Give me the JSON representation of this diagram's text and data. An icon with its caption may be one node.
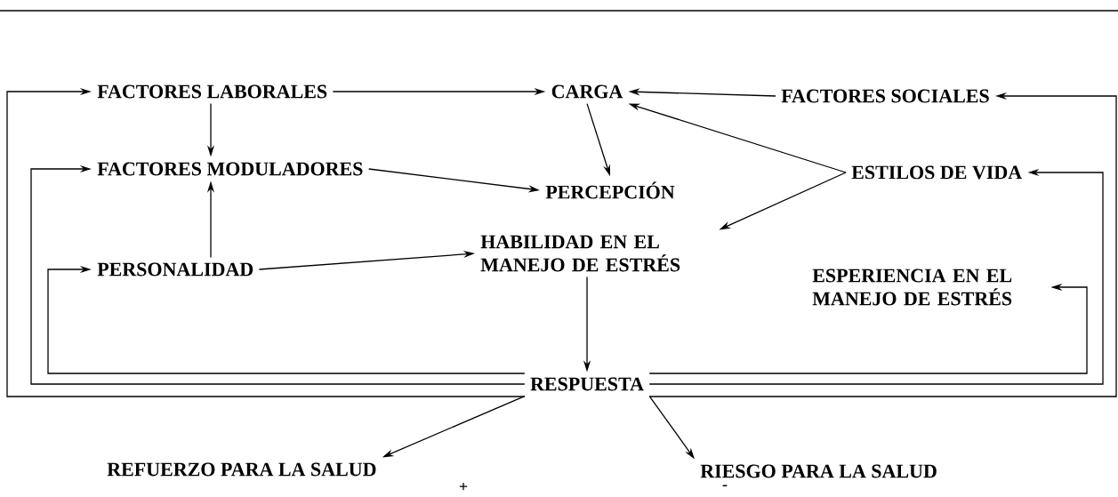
{
  "diagram": {
    "nodes": [
      {
        "text": [
          "FACTORES   LABORALES"
        ]
      },
      {
        "text": [
          "CARGA"
        ]
      },
      {
        "text": [
          "FACTORES SOCIALES"
        ]
      },
      {
        "text": [
          "FACTORES   MODULADORES"
        ]
      },
      {
        "text": [
          "PERCEPCIÓN"
        ]
      },
      {
        "text": [
          "ESTILOS DE VIDA"
        ]
      },
      {
        "text": [
          "PERSONALIDAD"
        ]
      },
      {
        "text": [
          "HABILIDAD EN EL MANEJO DE ESTRÉS"
        ]
      },
      {
        "text": [
          "ESPERIENCIA EN EL MANEJO DE ESTRÉS"
        ]
      },
      {
        "text": [
          "RESPUESTA"
        ]
      },
      {
        "text": [
          "REFUERZO PARA LA SALUD"
        ]
      },
      {
        "text": [
          "RIESGO PARA LA SALUD"
        ]
      }
    ],
    "edges": [
      {
        "from": 0,
        "to": 1,
        "arrow": "to"
      },
      {
        "from": 2,
        "to": 1,
        "arrow": "to"
      },
      {
        "from": 0,
        "to": 3,
        "arrow": "to"
      },
      {
        "from": 6,
        "to": 3,
        "arrow": "to"
      },
      {
        "from": 1,
        "to": 4,
        "arrow": "to"
      },
      {
        "from": 3,
        "to": 4,
        "arrow": "to"
      },
      {
        "from": 6,
        "to": 7,
        "arrow": "to"
      },
      {
        "from": 5,
        "to": 1,
        "arrow": "to"
      },
      {
        "from": 5,
        "to": 7,
        "arrow": "to"
      },
      {
        "from": 7,
        "to": 9,
        "arrow": "to"
      },
      {
        "from": 9,
        "to": 10,
        "arrow": "to"
      },
      {
        "from": 9,
        "to": 11,
        "arrow": "to"
      },
      {
        "from": 9,
        "to": 6,
        "arrow": "to"
      },
      {
        "from": 9,
        "to": 3,
        "arrow": "to"
      },
      {
        "from": 9,
        "to": 0,
        "arrow": "to"
      },
      {
        "from": 9,
        "to": 8,
        "arrow": "to"
      },
      {
        "from": 9,
        "to": 5,
        "arrow": "to"
      },
      {
        "from": 9,
        "to": 2,
        "arrow": "to"
      }
    ],
    "labels": [
      "+",
      "-"
    ]
  }
}
